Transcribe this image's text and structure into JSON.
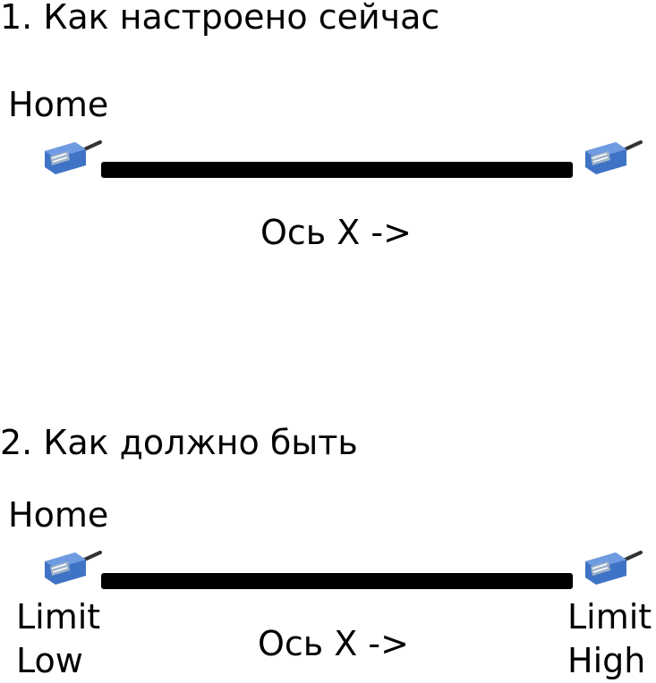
{
  "section1": {
    "title": "1. Как настроено сейчас",
    "home_label": "Home",
    "axis_label": "Ось X ->"
  },
  "section2": {
    "title": "2. Как должно быть",
    "home_label": "Home",
    "axis_label": "Ось X ->",
    "limit_low": {
      "line1": "Limit",
      "line2": "Low"
    },
    "limit_high": {
      "line1": "Limit",
      "line2": "High"
    }
  },
  "colors": {
    "axis": "#000000",
    "sensor_body": "#3f73c6",
    "sensor_face": "#9fb3c9",
    "sensor_cable": "#333333"
  },
  "icons": {
    "sensor": "inductive-proximity-sensor-icon"
  }
}
